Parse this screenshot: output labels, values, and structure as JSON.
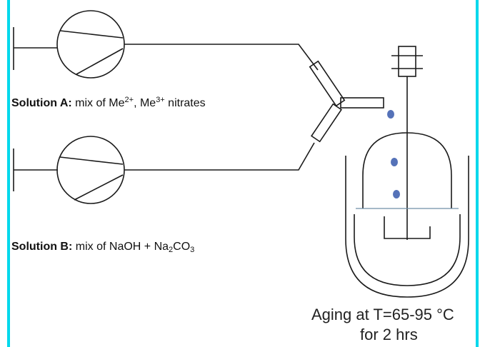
{
  "solution_a": {
    "name": "Solution A:",
    "text_pre": "mix of Me",
    "ion1_charge": "2+",
    "separator": ", Me",
    "ion2_charge": "3+",
    "text_post": " nitrates"
  },
  "solution_b": {
    "name": "Solution B:",
    "text_pre": "mix of NaOH + Na",
    "subscript1": "2",
    "mid": "CO",
    "subscript2": "3"
  },
  "aging": {
    "line1": "Aging at T=65-95 °C",
    "line2": "for 2 hrs"
  },
  "colors": {
    "line": "#1a1a1a",
    "droplet": "#5572b8",
    "liquid_level": "#6f8fa8",
    "edge_accent": "#00d8ec"
  }
}
